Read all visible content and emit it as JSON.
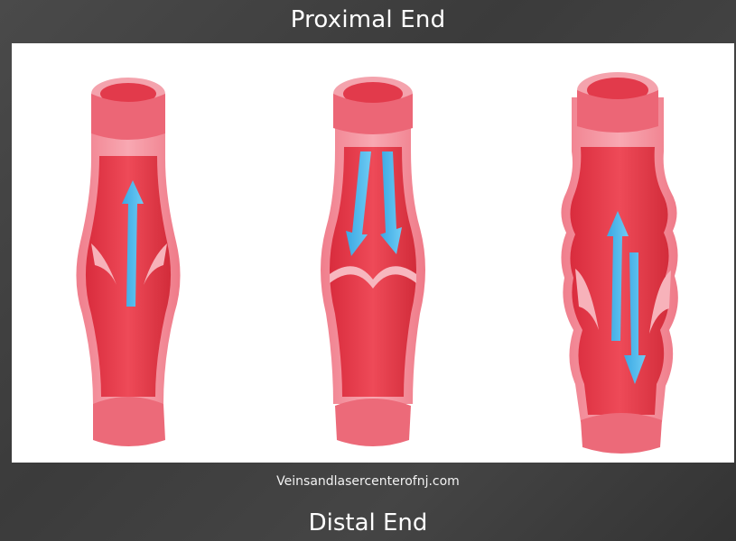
{
  "header": {
    "title": "Proximal End"
  },
  "footer": {
    "credit": "Veinsandlasercenterofnj.com",
    "title": "Distal End"
  },
  "colors": {
    "vein_wall": "#f29aa4",
    "vein_lumen": "#e8414f",
    "vein_dark": "#d2303d",
    "arrow": "#52b8ea"
  }
}
